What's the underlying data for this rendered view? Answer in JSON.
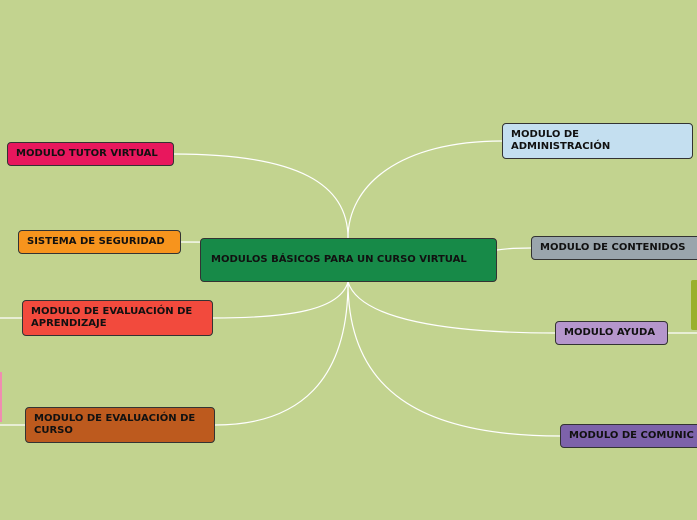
{
  "central": {
    "label": "MODULOS BÁSICOS PARA UN CURSO VIRTUAL",
    "color": "#178a48"
  },
  "nodes": [
    {
      "id": "tutor",
      "label": "MODULO TUTOR VIRTUAL",
      "color": "#e8175d"
    },
    {
      "id": "seguridad",
      "label": "SISTEMA DE SEGURIDAD",
      "color": "#f7941d"
    },
    {
      "id": "eval-aprendizaje",
      "label": "MODULO DE EVALUACIÓN DE APRENDIZAJE",
      "color": "#f24a3d"
    },
    {
      "id": "eval-curso",
      "label": "MODULO DE EVALUACIÓN DE CURSO",
      "color": "#bd5a1e"
    },
    {
      "id": "administracion",
      "label": "MODULO DE ADMINISTRACIÓN",
      "color": "#c4dff0"
    },
    {
      "id": "contenidos",
      "label": "MODULO DE CONTENIDOS",
      "color": "#9aa5ac"
    },
    {
      "id": "ayuda",
      "label": "MODULO AYUDA",
      "color": "#b596cc"
    },
    {
      "id": "comunicacion",
      "label": "MODULO DE COMUNIC",
      "color": "#7d62aa"
    }
  ],
  "connector_color": "#ffffff"
}
